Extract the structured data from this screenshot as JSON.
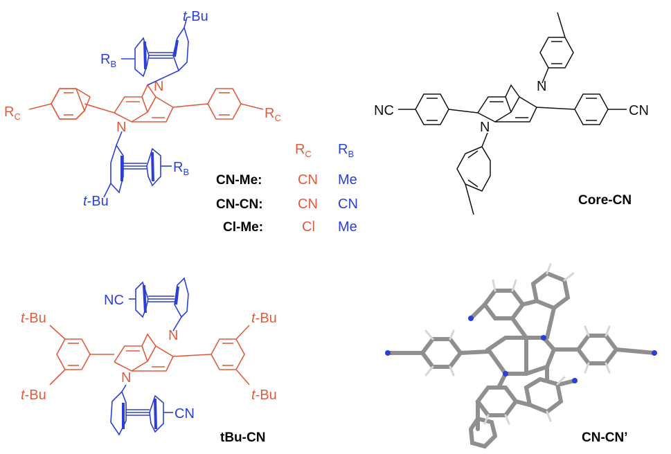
{
  "colors": {
    "acceptor": "#e05a3d",
    "bridge": "#2b3fd6",
    "core": "#111111",
    "render_gray": "#9a9a9a"
  },
  "panel_a": {
    "substituent_rc": "R",
    "substituent_rc_sub": "C",
    "substituent_rb": "R",
    "substituent_rb_sub": "B",
    "tbu_label": "t",
    "tbu_rest": "-Bu",
    "nitrogen": "N",
    "table": {
      "header_rc": "R",
      "header_rc_sub": "C",
      "header_rb": "R",
      "header_rb_sub": "B",
      "rows": [
        {
          "name": "CN-Me:",
          "rc": "CN",
          "rb": "Me"
        },
        {
          "name": "CN-CN:",
          "rc": "CN",
          "rb": "CN"
        },
        {
          "name": "Cl-Me:",
          "rc": "Cl",
          "rb": "Me"
        }
      ]
    }
  },
  "panel_b": {
    "label": "Core-CN",
    "nc_left": "NC",
    "cn_right": "CN",
    "nitrogen": "N"
  },
  "panel_c": {
    "label": "tBu-CN",
    "nc_top": "NC",
    "cn_bottom": "CN",
    "tbu_italic": "t",
    "tbu_rest": "-Bu",
    "nitrogen": "N"
  },
  "panel_d": {
    "label": "CN-CN’"
  }
}
